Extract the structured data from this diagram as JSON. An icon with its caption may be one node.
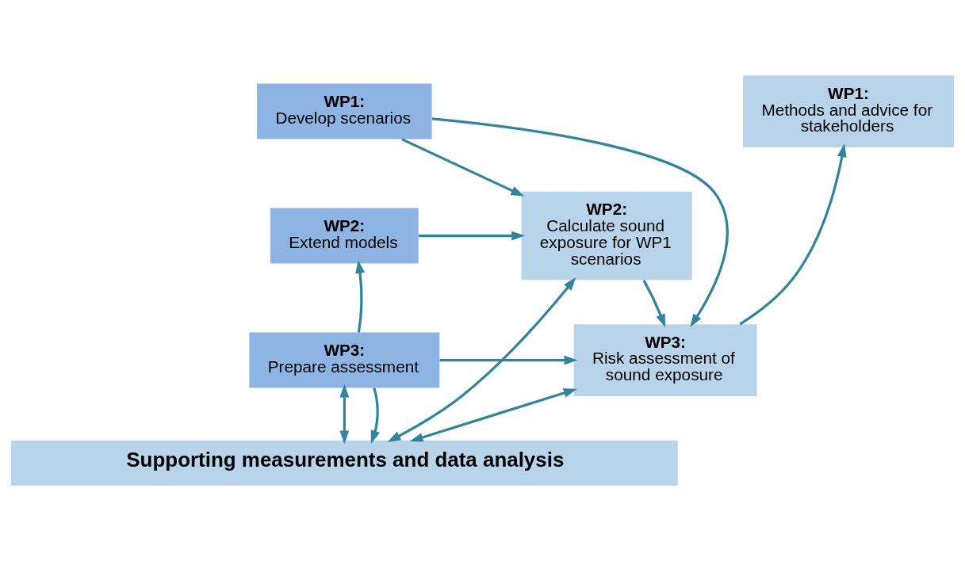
{
  "diagram": {
    "nodes": [
      {
        "text": [
          "**WP1:** Develop scenarios"
        ]
      },
      {
        "text": [
          "**WP2:** Extend models"
        ]
      },
      {
        "text": [
          "**WP3:** Prepare assessment"
        ]
      },
      {
        "text": [
          "**WP2:** Calculate sound exposure for WP1 scenarios"
        ]
      },
      {
        "text": [
          "**WP3:** Risk assessment of sound exposure"
        ]
      },
      {
        "text": [
          "**WP1:** Methods and advice for stakeholders"
        ]
      },
      {
        "text": [
          "Supporting measurements and data analysis"
        ]
      }
    ],
    "edges": [
      {
        "from": 0,
        "to": 3,
        "arrow": "to"
      },
      {
        "from": 0,
        "to": 4,
        "arrow": "to"
      },
      {
        "from": 1,
        "to": 3,
        "arrow": "to"
      },
      {
        "from": 2,
        "to": 1,
        "arrow": "to"
      },
      {
        "from": 2,
        "to": 4,
        "arrow": "to"
      },
      {
        "from": 3,
        "to": 4,
        "arrow": "to"
      },
      {
        "from": 4,
        "to": 5,
        "arrow": "to"
      },
      {
        "from": 2,
        "to": 6,
        "arrow": "both"
      },
      {
        "from": 2,
        "to": 6,
        "arrow": "to"
      },
      {
        "from": 3,
        "to": 6,
        "arrow": "both"
      },
      {
        "from": 4,
        "to": 6,
        "arrow": "both"
      }
    ]
  }
}
